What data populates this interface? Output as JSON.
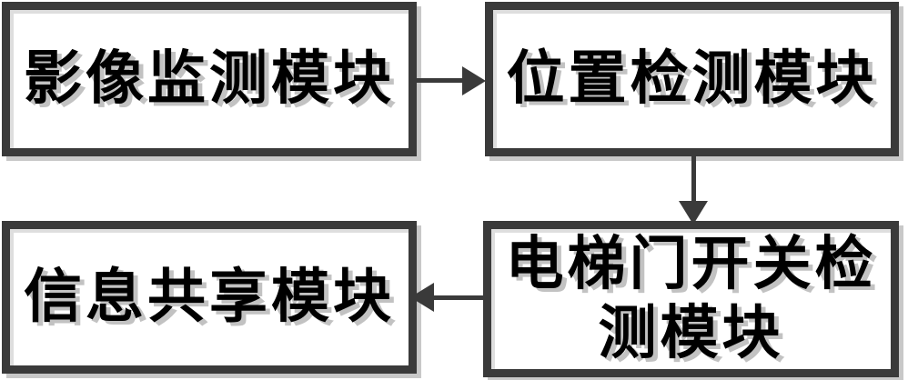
{
  "diagram": {
    "type": "flowchart",
    "colors": {
      "line": "#3a3a3a",
      "box_shadow": "#c8c8c8",
      "inner_shadow": "#dedede",
      "text_shadow": "#c2c2c2",
      "background": "#ffffff",
      "text": "#000000"
    },
    "nodes": [
      {
        "id": "image-monitoring",
        "label": "影像监测模块",
        "position": "top-left"
      },
      {
        "id": "position-detection",
        "label": "位置检测模块",
        "position": "top-right"
      },
      {
        "id": "elevator-door",
        "label": "电梯门开关检测模块",
        "position": "bottom-right"
      },
      {
        "id": "info-sharing",
        "label": "信息共享模块",
        "position": "bottom-left"
      }
    ],
    "edges": [
      {
        "from": "image-monitoring",
        "to": "position-detection",
        "direction": "right"
      },
      {
        "from": "position-detection",
        "to": "elevator-door",
        "direction": "down"
      },
      {
        "from": "elevator-door",
        "to": "info-sharing",
        "direction": "left"
      }
    ]
  }
}
